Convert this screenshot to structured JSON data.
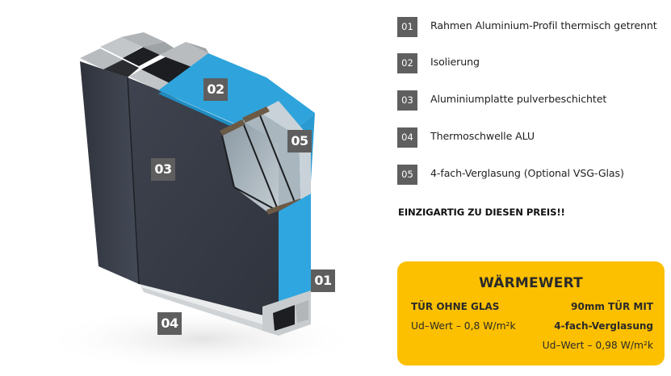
{
  "illustration": {
    "alt": "Door cross-section",
    "markers": [
      {
        "id": "01",
        "label": "01"
      },
      {
        "id": "02",
        "label": "02"
      },
      {
        "id": "03",
        "label": "03"
      },
      {
        "id": "04",
        "label": "04"
      },
      {
        "id": "05",
        "label": "05"
      }
    ],
    "colors": {
      "panel": "#3b404b",
      "insulation": "#2fa6df",
      "marker_bg": "#5e5e5e"
    }
  },
  "features": [
    {
      "number": "01",
      "label": "Rahmen Aluminium-Profil thermisch getrennt"
    },
    {
      "number": "02",
      "label": "Isolierung"
    },
    {
      "number": "03",
      "label": "Aluminiumplatte pulverbeschichtet"
    },
    {
      "number": "04",
      "label": "Thermoschwelle ALU"
    },
    {
      "number": "05",
      "label": "4-fach-Verglasung (Optional VSG-Glas)"
    }
  ],
  "tagline": "EINZIGARTIG ZU DIESEN PREIS!!",
  "warmewert": {
    "title": "WÄRMEWERT",
    "left": {
      "heading": "TÜR OHNE GLAS",
      "value": "Ud–Wert – 0,8 W/m²k"
    },
    "right": {
      "heading": "90mm TÜR MIT",
      "subheading": "4-fach-Verglasung",
      "value": "Ud–Wert – 0,98 W/m²k"
    },
    "background": "#fcc000"
  }
}
